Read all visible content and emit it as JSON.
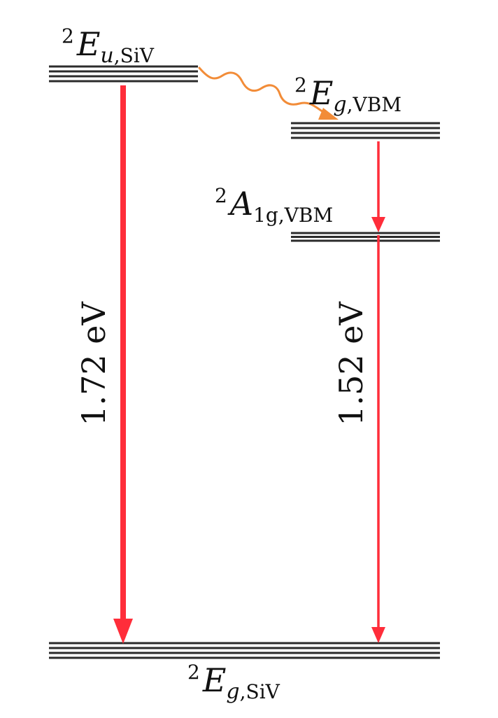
{
  "levels": {
    "eu_siv": {
      "sup": "2",
      "symbol": "E",
      "sub_italic": "u",
      "sub_roman": ",SiV"
    },
    "eg_vbm": {
      "sup": "2",
      "symbol": "E",
      "sub_italic": "g",
      "sub_roman": ",VBM"
    },
    "a1g_vbm": {
      "sup": "2",
      "symbol": "A",
      "sub_italic": "1g",
      "sub_roman": ",VBM"
    },
    "eg_siv": {
      "sup": "2",
      "symbol": "E",
      "sub_italic": "g",
      "sub_roman": ",SiV"
    }
  },
  "transitions": {
    "siv_zpl": "1.72 eV",
    "vbm_transition": "1.52 eV"
  },
  "colors": {
    "level_lines": "#2b2b2b",
    "radiative_arrow": "#ff2d3a",
    "nonradiative_arrow": "#f28c38"
  }
}
